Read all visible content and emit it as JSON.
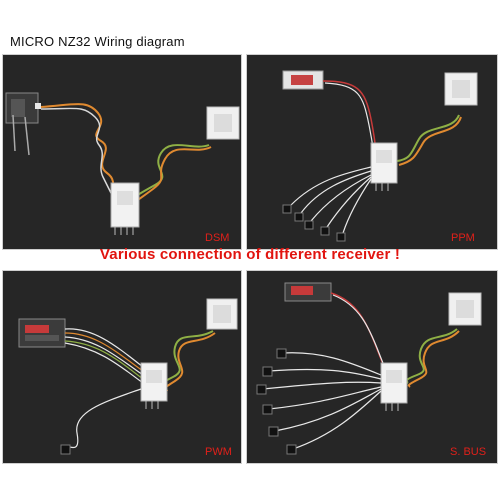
{
  "header": {
    "title": "MICRO NZ32 Wiring diagram"
  },
  "banner": {
    "text": "Various connection of different receiver !"
  },
  "panels": [
    {
      "label": "DSM",
      "receiver": "dsm-satellite"
    },
    {
      "label": "PPM",
      "receiver": "ppm-receiver"
    },
    {
      "label": "PWM",
      "receiver": "pwm-receiver"
    },
    {
      "label": "S. BUS",
      "receiver": "sbus-receiver"
    }
  ],
  "colors": {
    "panel_bg": "#262626",
    "label_red": "#e0201a",
    "banner_red": "#e1140f",
    "wire_white": "#e8e8e8",
    "wire_orange": "#e08a30",
    "wire_green": "#8fb045"
  },
  "icons": [
    "flight-controller-board",
    "gps-module",
    "receiver-module",
    "servo-connector"
  ]
}
